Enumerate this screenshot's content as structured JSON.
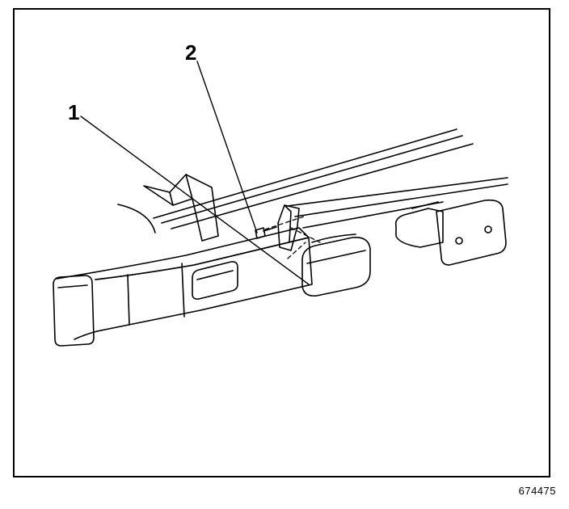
{
  "callouts": [
    {
      "label": "1"
    },
    {
      "label": "2"
    }
  ],
  "figure_number": "674475"
}
